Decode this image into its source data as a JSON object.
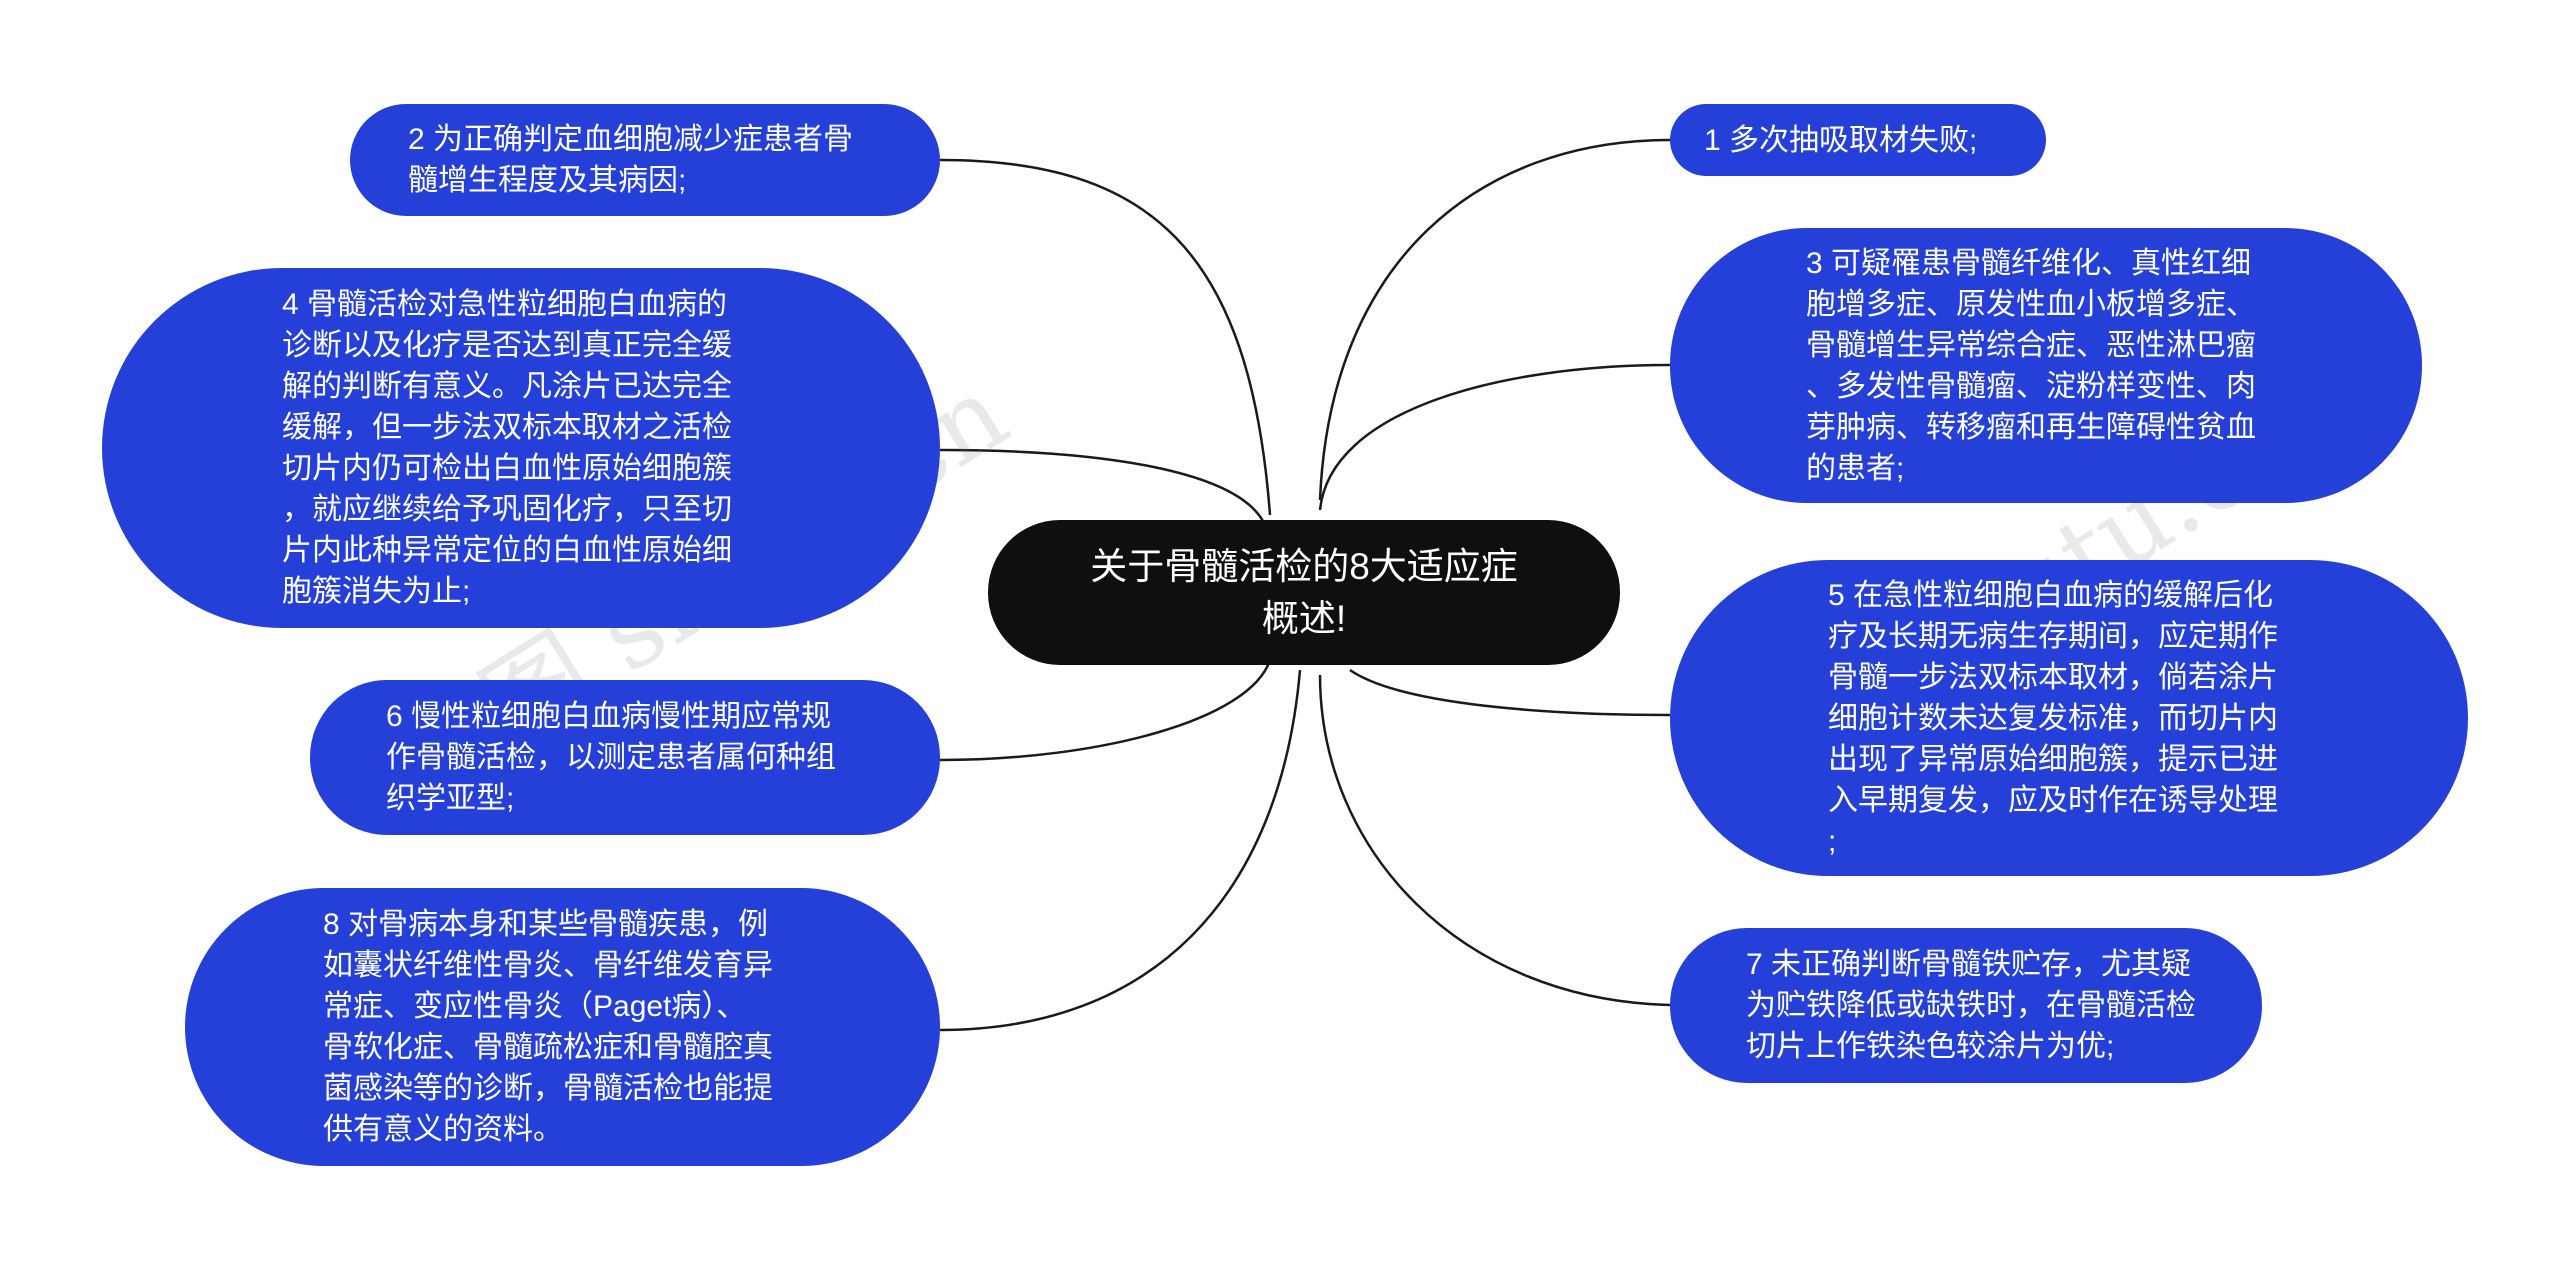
{
  "colors": {
    "center_bg": "#0f0f0f",
    "node_bg": "#2440d8",
    "node_text": "#ffffff",
    "connector": "#1a1a1a"
  },
  "center": {
    "text": "关于骨髓活检的8大适应症\n概述!"
  },
  "nodes": [
    {
      "id": "n1",
      "text": "1 多次抽吸取材失败;"
    },
    {
      "id": "n2",
      "text": "2 为正确判定血细胞减少症患者骨\n髓增生程度及其病因;"
    },
    {
      "id": "n3",
      "text": "3 可疑罹患骨髓纤维化、真性红细\n胞增多症、原发性血小板增多症、\n骨髓增生异常综合症、恶性淋巴瘤\n、多发性骨髓瘤、淀粉样变性、肉\n芽肿病、转移瘤和再生障碍性贫血\n的患者;"
    },
    {
      "id": "n4",
      "text": "4 骨髓活检对急性粒细胞白血病的\n诊断以及化疗是否达到真正完全缓\n解的判断有意义。凡涂片已达完全\n缓解，但一步法双标本取材之活检\n切片内仍可检出白血性原始细胞簇\n，就应继续给予巩固化疗，只至切\n片内此种异常定位的白血性原始细\n胞簇消失为止;"
    },
    {
      "id": "n5",
      "text": "5 在急性粒细胞白血病的缓解后化\n疗及长期无病生存期间，应定期作\n骨髓一步法双标本取材，倘若涂片\n细胞计数未达复发标准，而切片内\n出现了异常原始细胞簇，提示已进\n入早期复发，应及时作在诱导处理\n;"
    },
    {
      "id": "n6",
      "text": "6 慢性粒细胞白血病慢性期应常规\n作骨髓活检，以测定患者属何种组\n织学亚型;"
    },
    {
      "id": "n7",
      "text": "7 未正确判断骨髓铁贮存，尤其疑\n为贮铁降低或缺铁时，在骨髓活检\n切片上作铁染色较涂片为优;"
    },
    {
      "id": "n8",
      "text": "8 对骨病本身和某些骨髓疾患，例\n如囊状纤维性骨炎、骨纤维发育异\n常症、变应性骨炎（Paget病）、\n骨软化症、骨髓疏松症和骨髓腔真\n菌感染等的诊断，骨髓活检也能提\n供有意义的资料。"
    }
  ],
  "watermarks": [
    "树图 shutu.cn",
    "树图 shutu.cn"
  ]
}
